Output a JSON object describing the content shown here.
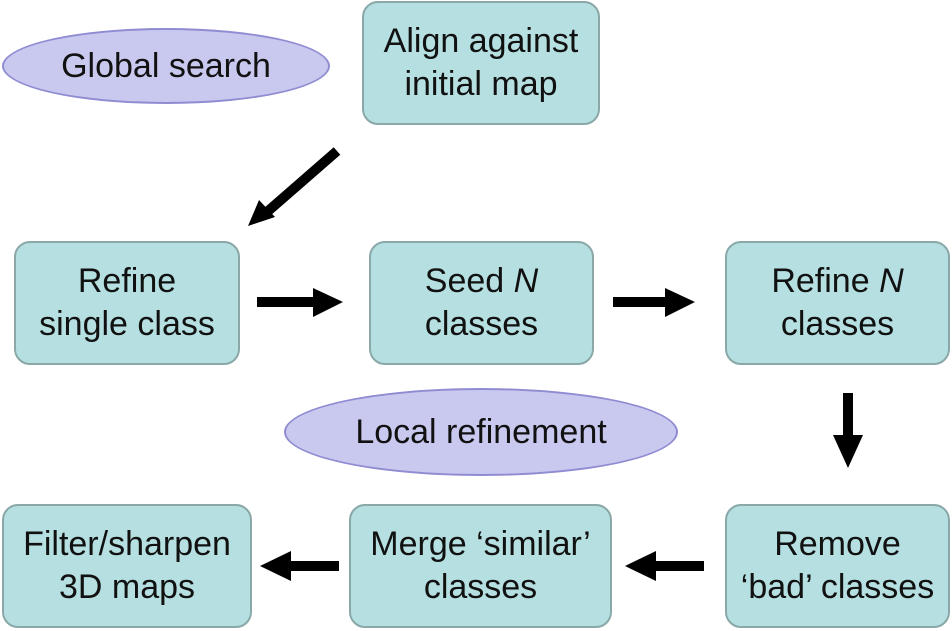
{
  "ovals": {
    "global_search": "Global search",
    "local_refinement": "Local refinement"
  },
  "boxes": {
    "align": {
      "line1": "Align against",
      "line2": "initial map"
    },
    "refine_single": {
      "line1": "Refine",
      "line2": "single class"
    },
    "seed": {
      "line1_prefix": "Seed ",
      "line1_var": "N",
      "line2": "classes"
    },
    "refine_n": {
      "line1_prefix": "Refine ",
      "line1_var": "N",
      "line2": "classes"
    },
    "remove": {
      "line1": "Remove",
      "line2": "‘bad’ classes"
    },
    "merge": {
      "line1": "Merge ‘similar’",
      "line2": "classes"
    },
    "filter": {
      "line1": "Filter/sharpen",
      "line2": "3D maps"
    }
  },
  "colors": {
    "box_fill": "#b5dfe0",
    "box_border": "#8aa8a8",
    "oval_fill": "#c9c8ef",
    "oval_border": "#8f8cd2",
    "arrow": "#000000"
  }
}
